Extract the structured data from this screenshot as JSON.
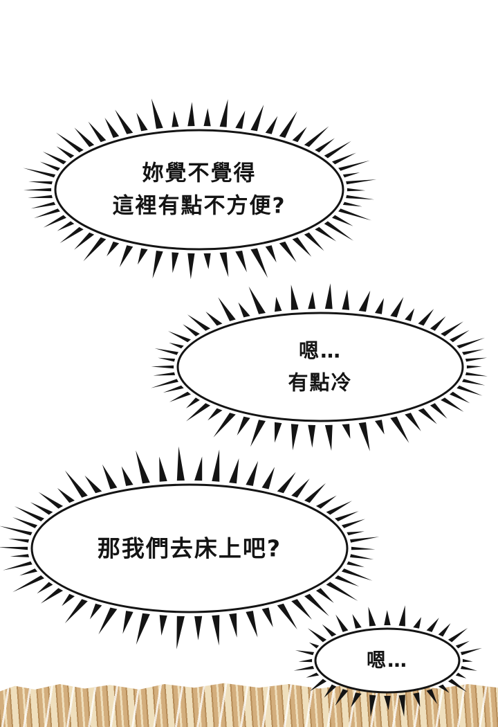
{
  "comic": {
    "bubbles": [
      {
        "lines": [
          "妳覺不覺得",
          "這裡有點不方便?"
        ]
      },
      {
        "lines": [
          "嗯…",
          "有點冷"
        ]
      },
      {
        "lines": [
          "那我們去床上吧?"
        ]
      },
      {
        "lines": [
          "嗯…"
        ]
      }
    ],
    "colors": {
      "background": "#ffffff",
      "ink": "#141414",
      "hair_base": "#d3ae7d",
      "hair_dark": "#b68c58",
      "hair_light": "#efdfbd"
    }
  }
}
